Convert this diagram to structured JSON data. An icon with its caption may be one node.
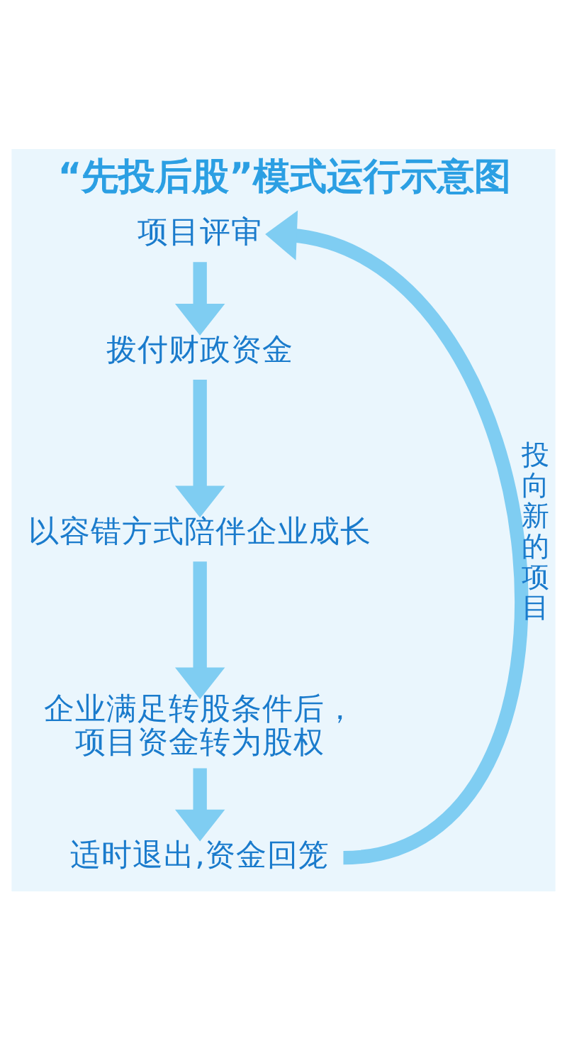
{
  "diagram": {
    "title": "“先投后股”模式运行示意图",
    "nodes": [
      {
        "text": [
          "项目评审"
        ]
      },
      {
        "text": [
          "拨付财政资金"
        ]
      },
      {
        "text": [
          "以容错方式陪伴企业成长"
        ]
      },
      {
        "text": [
          "企业满足转股条件后，项目资金转为股权"
        ]
      },
      {
        "text": [
          "适时退出,资金回笼"
        ]
      }
    ],
    "edges": [
      {
        "from": 0,
        "to": 1,
        "arrow": "to"
      },
      {
        "from": 1,
        "to": 2,
        "arrow": "to"
      },
      {
        "from": 2,
        "to": 3,
        "arrow": "to"
      },
      {
        "from": 3,
        "to": 4,
        "arrow": "to"
      },
      {
        "from": 4,
        "to": 0,
        "arrow": "to",
        "label": "投向新的项目"
      }
    ]
  }
}
